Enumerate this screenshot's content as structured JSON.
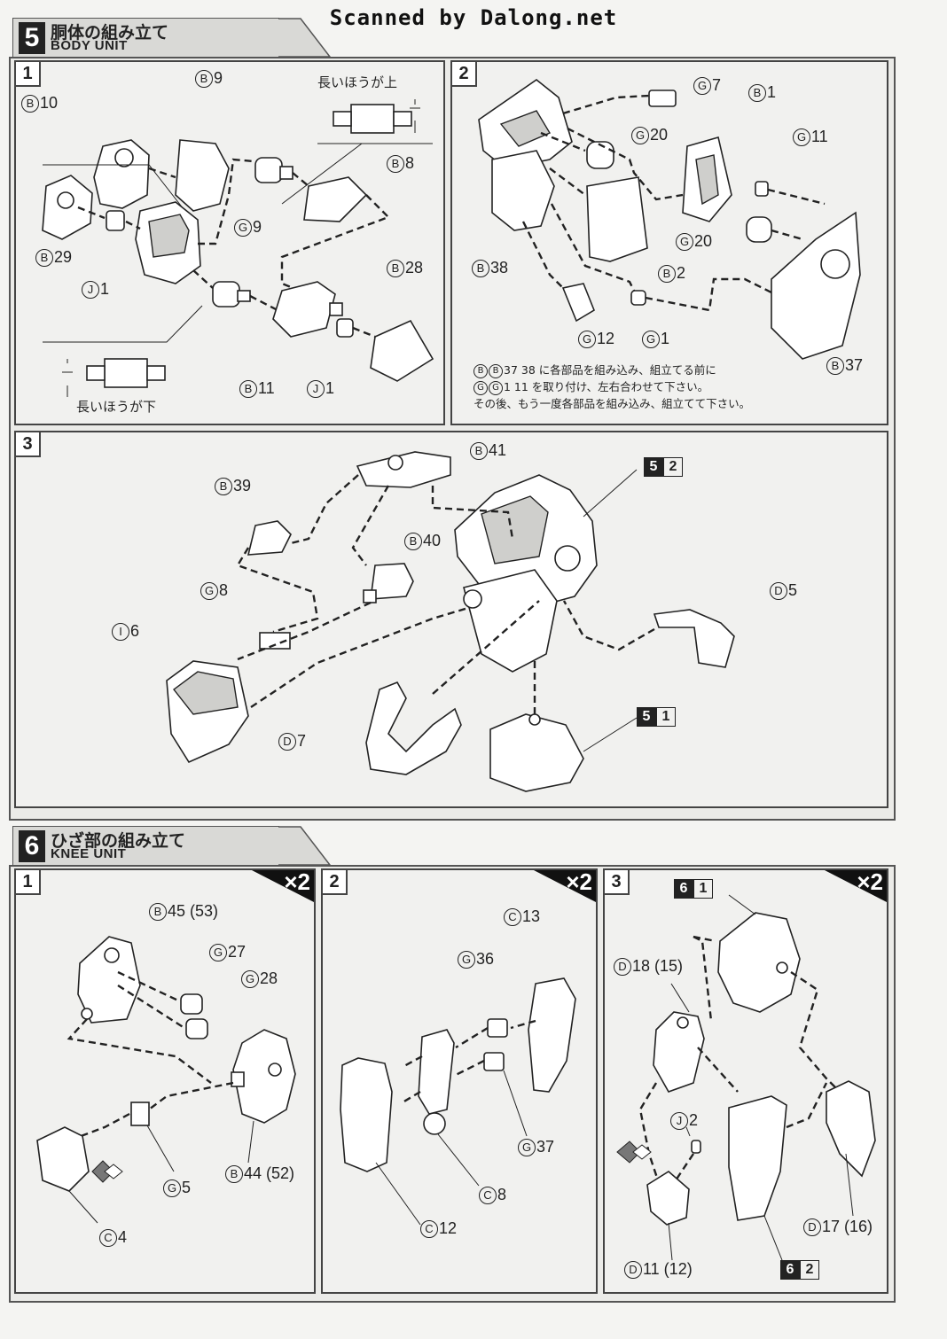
{
  "watermark": "Scanned by Dalong.net",
  "sections": [
    {
      "num": "5",
      "title_jp": "胴体の組み立て",
      "title_en": "BODY UNIT",
      "steps": [
        {
          "num": "1",
          "labels": {
            "b10": "10",
            "b9": "9",
            "b8": "8",
            "b29": "29",
            "b28": "28",
            "b11": "11",
            "g9": "9",
            "j1a": "1",
            "j1b": "1"
          },
          "callout_top": "長いほうが上",
          "callout_bottom": "長いほうが下"
        },
        {
          "num": "2",
          "labels": {
            "g7": "7",
            "b1": "1",
            "g20a": "20",
            "g11": "11",
            "g20b": "20",
            "b38": "38",
            "b2": "2",
            "g12": "12",
            "g1": "1",
            "b37": "37"
          },
          "note_line1": "37 38 に各部品を組み込み、組立てる前に",
          "note_line2": "1 11 を取り付け、左右合わせて下さい。",
          "note_line3": "その後、もう一度各部品を組み込み、組立てて下さい。"
        },
        {
          "num": "3",
          "labels": {
            "b41": "41",
            "b39": "39",
            "b40": "40",
            "g8": "8",
            "i6": "6",
            "d5": "5",
            "d7": "7"
          },
          "ref_52": [
            "5",
            "2"
          ],
          "ref_51": [
            "5",
            "1"
          ]
        }
      ]
    },
    {
      "num": "6",
      "title_jp": "ひざ部の組み立て",
      "title_en": "KNEE UNIT",
      "steps": [
        {
          "num": "1",
          "multiplier": "×2",
          "labels": {
            "b45": "45 (53)",
            "g27": "27",
            "g28": "28",
            "g5": "5",
            "b44": "44 (52)",
            "c4": "4"
          }
        },
        {
          "num": "2",
          "multiplier": "×2",
          "labels": {
            "c13": "13",
            "g36": "36",
            "g37": "37",
            "c8": "8",
            "c12": "12"
          }
        },
        {
          "num": "3",
          "multiplier": "×2",
          "labels": {
            "d18": "18 (15)",
            "j2": "2",
            "d17": "17 (16)",
            "d11": "11 (12)"
          },
          "ref_61": [
            "6",
            "1"
          ],
          "ref_62": [
            "6",
            "2"
          ]
        }
      ]
    }
  ],
  "letters": {
    "B": "B",
    "G": "G",
    "J": "J",
    "D": "D",
    "I": "I",
    "C": "C"
  },
  "colors": {
    "line": "#222222",
    "panel": "#f1f1ef",
    "header": "#d9d9d6",
    "warning": "#777777"
  },
  "icons": [
    "warning-diamond-icon"
  ]
}
